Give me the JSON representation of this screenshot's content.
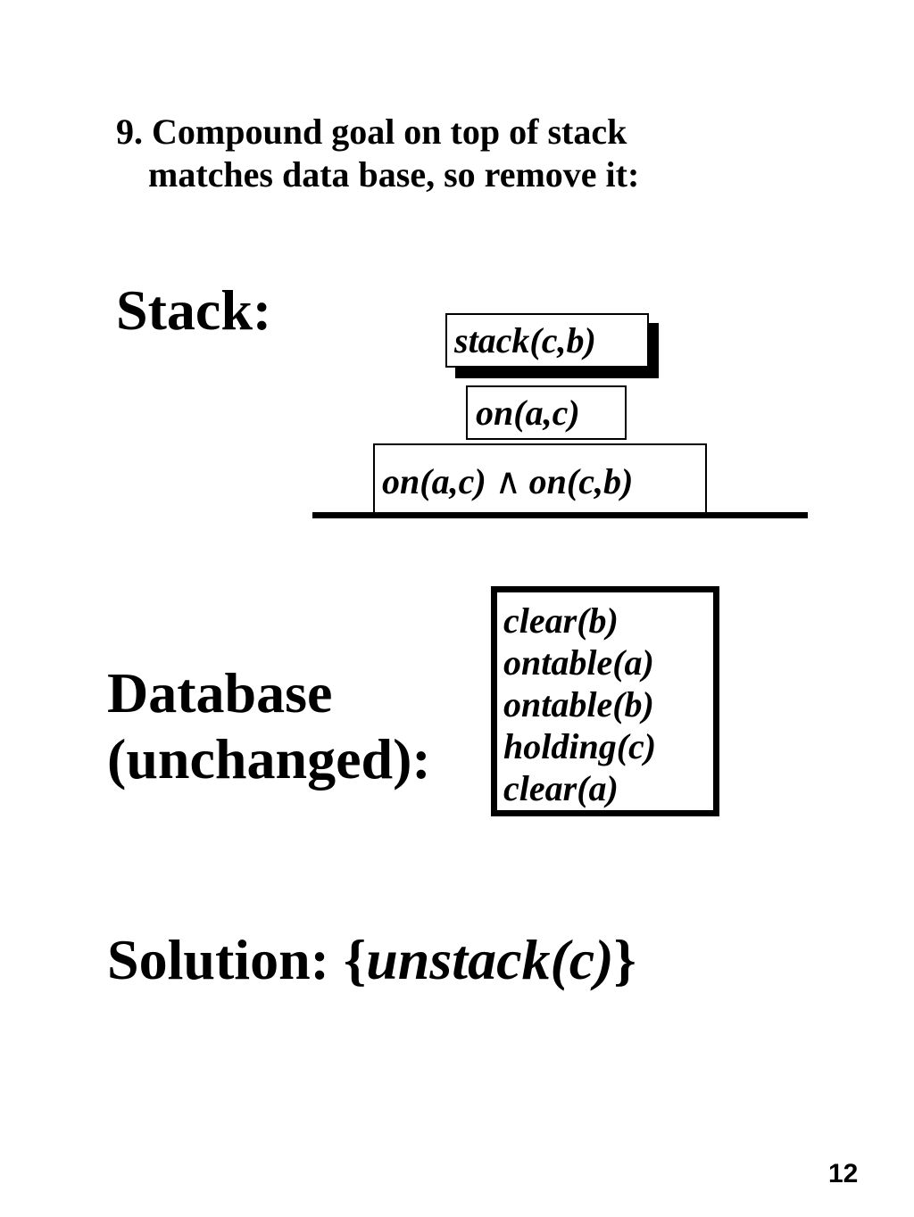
{
  "heading": {
    "line1": "9. Compound goal on top of stack",
    "line2": "matches data base, so remove it:"
  },
  "stack": {
    "label": "Stack:",
    "items": [
      {
        "text": "stack(c,b)"
      },
      {
        "text": "on(a,c)"
      },
      {
        "left": "on(a,c)",
        "connector": "∧",
        "right": "on(c,b)"
      }
    ]
  },
  "database": {
    "label_line1": "Database",
    "label_line2": "(unchanged):",
    "facts": [
      "clear(b)",
      "ontable(a)",
      "ontable(b)",
      "holding(c)",
      "clear(a)"
    ]
  },
  "solution": {
    "label": "Solution: {",
    "value": "unstack(c)",
    "close": "}"
  },
  "page_number": "12"
}
